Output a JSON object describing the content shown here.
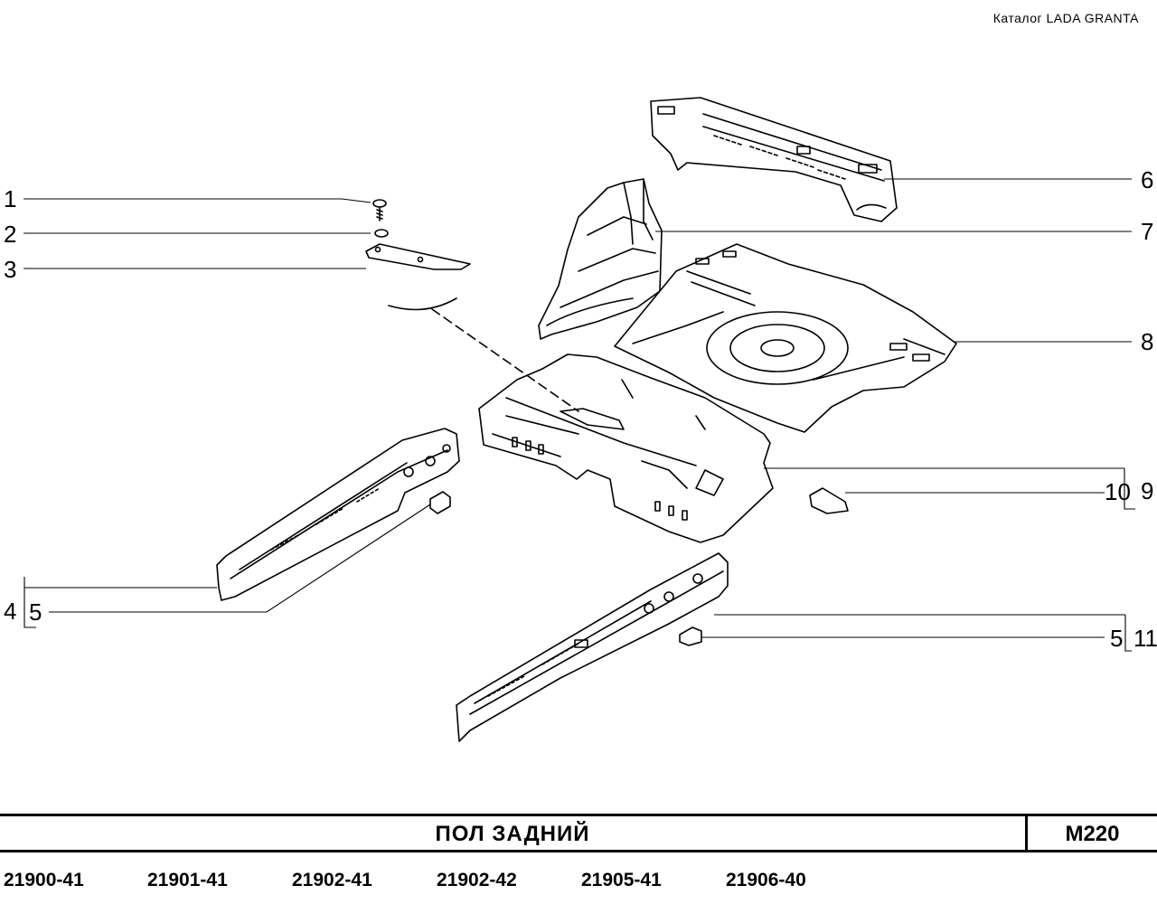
{
  "header": {
    "catalog": "Каталог  LADA  GRANTA"
  },
  "callouts": [
    "1",
    "2",
    "3",
    "4",
    "5",
    "5",
    "6",
    "7",
    "8",
    "9",
    "10",
    "11"
  ],
  "footer": {
    "title": "ПОЛ   ЗАДНИЙ",
    "code": "M220",
    "models": [
      "21900-41",
      "21901-41",
      "21902-41",
      "21902-42",
      "21905-41",
      "21906-40"
    ]
  }
}
